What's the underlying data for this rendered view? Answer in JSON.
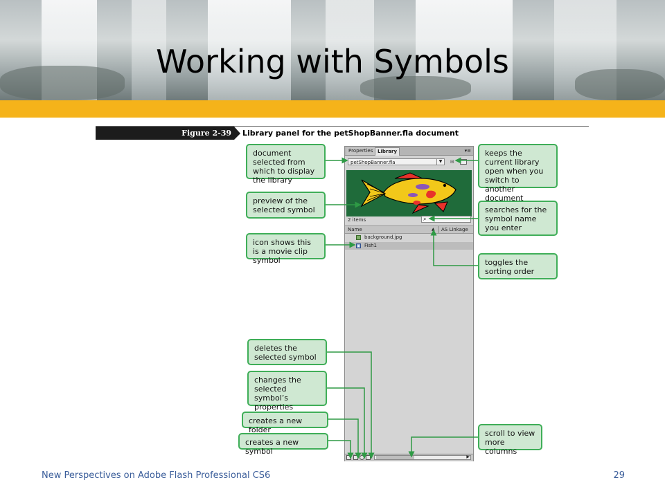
{
  "slide": {
    "title": "Working with Symbols",
    "footer": "New Perspectives on Adobe Flash Professional CS6",
    "page_number": "29"
  },
  "figure": {
    "number": "Figure 2-39",
    "caption": "Library panel for the petShopBanner.fla document"
  },
  "panel": {
    "tabs": [
      {
        "label": "Properties",
        "selected": false
      },
      {
        "label": "Library",
        "selected": true
      }
    ],
    "document_select": {
      "value": "petShopBanner.fla"
    },
    "item_count": "2 items",
    "columns": {
      "name": "Name",
      "linkage": "AS Linkage"
    },
    "items": [
      {
        "name": "background.jpg",
        "type": "bitmap",
        "icon": "bitmap-icon"
      },
      {
        "name": "Fish1",
        "type": "movie clip",
        "icon": "movie-clip-icon",
        "selected": true
      }
    ],
    "preview_icon": "fish-icon"
  },
  "callouts": {
    "document_selected": "document selected from which to display the library",
    "preview": "preview of the selected symbol",
    "movie_clip_icon": "icon shows this is a movie clip symbol",
    "keeps_library_open": "keeps the current library open when you switch to another document",
    "search": "searches for the symbol name you enter",
    "toggle_sort": "toggles the sorting order",
    "delete": "deletes the selected symbol",
    "change_properties": "changes the selected symbol’s properties",
    "new_folder": "creates a new folder",
    "new_symbol": "creates a new symbol",
    "scroll": "scroll to view more columns"
  },
  "colors": {
    "accent_bar": "#f5b31a",
    "callout_fill": "#cfe8d2",
    "callout_border": "#3fae58",
    "preview_background": "#1f6b3a",
    "footer_text": "#3a5d9a"
  }
}
